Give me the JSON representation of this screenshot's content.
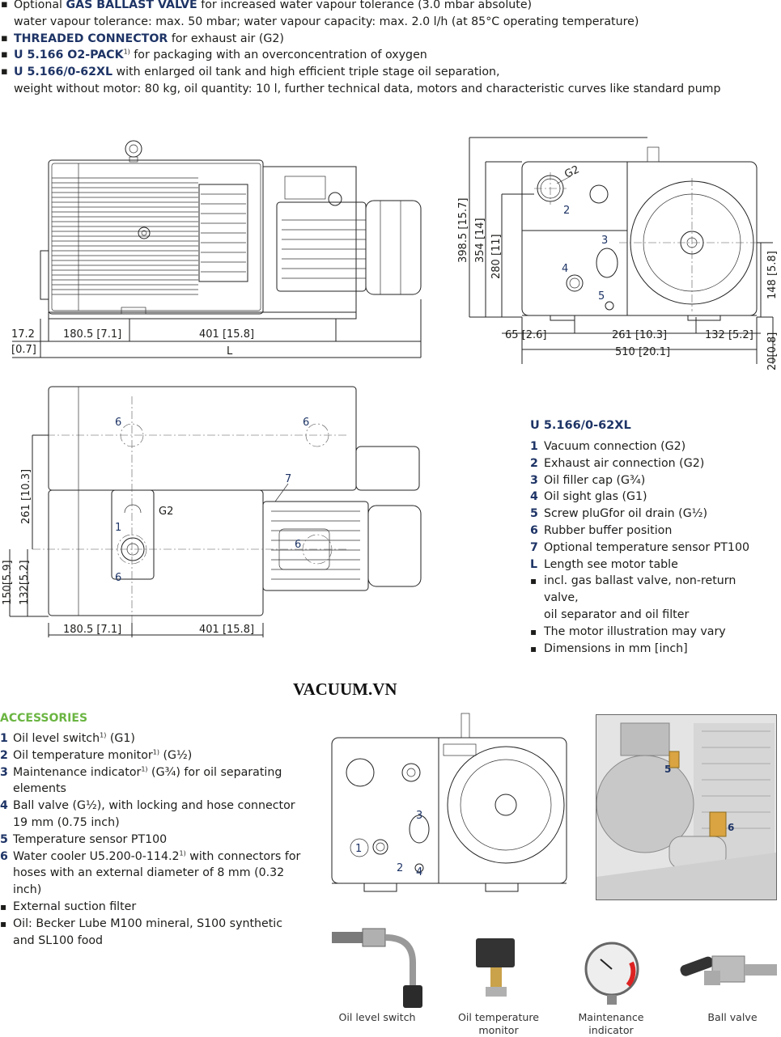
{
  "top_bullets": [
    {
      "prefix": "Optional ",
      "bold": "GAS BALLAST VALVE",
      "rest": " for increased water vapour tolerance (3.0 mbar absolute)",
      "line2": "water vapour tolerance: max. 50 mbar; water vapour capacity: max. 2.0 l/h (at 85°C operating temperature)"
    },
    {
      "prefix": "",
      "bold": "THREADED CONNECTOR",
      "rest": " for exhaust air (G2)",
      "line2": ""
    },
    {
      "prefix": "",
      "bold": "U 5.166 O2-PACK",
      "sup": "1)",
      "rest": " for packaging with an overconcentration of oxygen",
      "line2": ""
    },
    {
      "prefix": "",
      "bold": "U 5.166/0-62XL",
      "rest": " with enlarged oil tank and high efficient triple stage oil separation,",
      "line2": "weight without motor: 80 kg, oil quantity: 10 l, further technical data, motors and characteristic curves like standard pump"
    }
  ],
  "drawing_side": {
    "d1": "17.2",
    "d1b": "[0.7]",
    "d2": "180.5 [7.1]",
    "d3": "401 [15.8]",
    "d4": "L"
  },
  "drawing_front": {
    "h1": "398.5 [15.7]",
    "h2": "354 [14]",
    "h3": "280 [11]",
    "h4": "148 [5.8]",
    "h5": "20[0.8]",
    "w1": "65 [2.6]",
    "w2": "261 [10.3]",
    "w3": "132 [5.2]",
    "w4": "510 [20.1]",
    "g2": "G2",
    "c2": "2",
    "c3": "3",
    "c4": "4",
    "c5": "5"
  },
  "drawing_top": {
    "h1": "261 [10.3]",
    "h2": "150[5.9]",
    "h3": "132[5.2]",
    "w1": "180.5 [7.1]",
    "w2": "401 [15.8]",
    "g2": "G2",
    "c1": "1",
    "c6a": "6",
    "c6b": "6",
    "c6c": "6",
    "c6d": "6",
    "c7": "7"
  },
  "legend": {
    "title": "U 5.166/0-62XL",
    "items": [
      {
        "n": "1",
        "t": "Vacuum connection (G2)"
      },
      {
        "n": "2",
        "t": "Exhaust air connection (G2)"
      },
      {
        "n": "3",
        "t": "Oil filler cap (G¾)"
      },
      {
        "n": "4",
        "t": "Oil sight glas (G1)"
      },
      {
        "n": "5",
        "t": "Screw pluGfor oil drain (G½)"
      },
      {
        "n": "6",
        "t": "Rubber buffer position"
      },
      {
        "n": "7",
        "t": "Optional temperature sensor PT100"
      },
      {
        "n": "L",
        "t": "Length see motor table"
      },
      {
        "n": "▪",
        "t": "incl. gas ballast valve, non-return valve,",
        "t2": "oil separator and oil filter"
      },
      {
        "n": "▪",
        "t": "The motor illustration may vary"
      },
      {
        "n": "▪",
        "t": "Dimensions in mm [inch]"
      }
    ]
  },
  "watermark": "VACUUM.VN",
  "accessories": {
    "title": "ACCESSORIES",
    "items": [
      {
        "n": "1",
        "b": "Oil level switch",
        "sup": "1)",
        "r": " (G1)"
      },
      {
        "n": "2",
        "b": "Oil temperature monitor",
        "sup": "1)",
        "r": " (G½)"
      },
      {
        "n": "3",
        "b": "Maintenance indicator",
        "sup": "1)",
        "r": " (G¾) for oil separating",
        "r2": "elements"
      },
      {
        "n": "4",
        "b": "Ball valve",
        "r": " (G½), with locking and hose connector",
        "r2": "19 mm (0.75 inch)"
      },
      {
        "n": "5",
        "b": "Temperature sensor PT100",
        "r": ""
      },
      {
        "n": "6",
        "b": "Water cooler U5.200-0-114.2",
        "sup": "1)",
        "r": " with connectors for",
        "r2": "hoses with an external diameter of 8 mm (0.32 inch)"
      },
      {
        "n": "▪",
        "b": "",
        "pre": "External ",
        "bold2": "suction filter",
        "r": ""
      },
      {
        "n": "▪",
        "b": "Oil:",
        "r": " Becker Lube M100 mineral, S100 synthetic",
        "r2": "and SL100 food"
      }
    ]
  },
  "acc_drawing": {
    "c1": "1",
    "c2": "2",
    "c3": "3",
    "c4": "4"
  },
  "photo_callouts": {
    "c5": "5",
    "c6": "6"
  },
  "captions": [
    {
      "l1": "Oil level switch",
      "l2": ""
    },
    {
      "l1": "Oil temperature",
      "l2": "monitor"
    },
    {
      "l1": "Maintenance",
      "l2": "indicator"
    },
    {
      "l1": "Ball valve",
      "l2": ""
    }
  ]
}
